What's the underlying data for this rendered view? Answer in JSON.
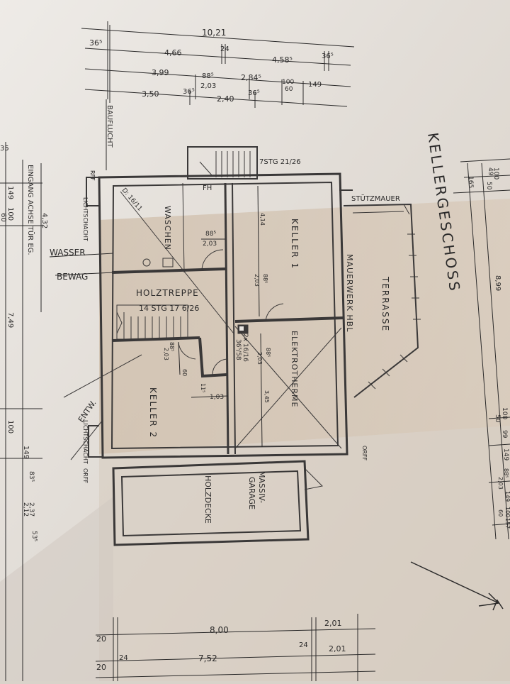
{
  "colors": {
    "paper_light": "#e8e5e1",
    "paper_shade": "#cbb8a2",
    "ink": "#2b2a2a",
    "wall": "#3a3838"
  },
  "title": "KELLERGESCHOSS",
  "rooms": {
    "waschen": "WASCHEN",
    "keller1": "KELLER 1",
    "keller2": "KELLER 2",
    "holztreppe": "HOLZTREPPE",
    "treppe_steps": "14 STG 17 6/26",
    "elektrotherme": "ELEKTROTHERME",
    "mauerwerk": "MAUERWERK HBL",
    "terrasse": "TERRASSE",
    "massivgarage": "MASSIV-\nGARAGE",
    "holzdecke": "HOLZDECKE",
    "fh": "FH",
    "stg_top": "7STG 21/26",
    "stuetzmauer": "STÜTZMAUER",
    "wasser": "WASSER",
    "bewag": "BEWAG",
    "lichtschacht": "LICHTSCHACHT",
    "baufucht": "BAUFLUCHT",
    "eingang": "EINGANG ACHSE TÜR EG.",
    "entw": "ENTW.",
    "diag": "D: 16/11",
    "rff": "RFF",
    "orff": "ORFF"
  },
  "dims_top": [
    {
      "id": "d1",
      "text": "10,21"
    },
    {
      "id": "d2",
      "text": "36⁵"
    },
    {
      "id": "d3",
      "text": "4,66"
    },
    {
      "id": "d4",
      "text": "24"
    },
    {
      "id": "d5",
      "text": "4,58⁵"
    },
    {
      "id": "d6",
      "text": "36⁵"
    },
    {
      "id": "d7",
      "text": "3,99"
    },
    {
      "id": "d8",
      "text": "88⁵"
    },
    {
      "id": "d9",
      "text": "2,03"
    },
    {
      "id": "d10",
      "text": "2,84⁵"
    },
    {
      "id": "d11",
      "text": "100"
    },
    {
      "id": "d12",
      "text": "60"
    },
    {
      "id": "d13",
      "text": "149"
    },
    {
      "id": "d14",
      "text": "3,50"
    },
    {
      "id": "d15",
      "text": "36⁵"
    },
    {
      "id": "d16",
      "text": "2,40"
    },
    {
      "id": "d17",
      "text": "36⁵"
    }
  ],
  "dims_bottom": [
    {
      "id": "b1",
      "text": "8,00"
    },
    {
      "id": "b2",
      "text": "2,01"
    },
    {
      "id": "b3",
      "text": "20"
    },
    {
      "id": "b4",
      "text": "24"
    },
    {
      "id": "b5",
      "text": "7,52"
    },
    {
      "id": "b6",
      "text": "24"
    },
    {
      "id": "b7",
      "text": "2,01"
    },
    {
      "id": "b8",
      "text": "20"
    }
  ],
  "dims_right": [
    {
      "id": "r1",
      "text": "8,99"
    },
    {
      "id": "r2",
      "text": "100"
    },
    {
      "id": "r3",
      "text": "50"
    },
    {
      "id": "r4",
      "text": "99"
    },
    {
      "id": "r5",
      "text": "149"
    },
    {
      "id": "r6",
      "text": "88⁵"
    },
    {
      "id": "r7",
      "text": "2,03"
    },
    {
      "id": "r8",
      "text": "149"
    },
    {
      "id": "r9",
      "text": "100"
    },
    {
      "id": "r10",
      "text": "60"
    },
    {
      "id": "r11",
      "text": "157"
    },
    {
      "id": "r12",
      "text": "49"
    },
    {
      "id": "r13",
      "text": "100"
    },
    {
      "id": "r14",
      "text": "50"
    },
    {
      "id": "r15",
      "text": "165"
    }
  ],
  "dims_left": [
    {
      "id": "l1",
      "text": "4,32"
    },
    {
      "id": "l2",
      "text": "149"
    },
    {
      "id": "l3",
      "text": "100"
    },
    {
      "id": "l4",
      "text": "60"
    },
    {
      "id": "l5",
      "text": "7,49"
    },
    {
      "id": "l6",
      "text": "100"
    },
    {
      "id": "l7",
      "text": "149"
    },
    {
      "id": "l8",
      "text": "83⁵"
    },
    {
      "id": "l9",
      "text": "2,12"
    },
    {
      "id": "l10",
      "text": "2,37"
    },
    {
      "id": "l11",
      "text": "53⁵"
    }
  ],
  "dims_interior": [
    {
      "id": "i1",
      "text": "88⁵"
    },
    {
      "id": "i2",
      "text": "2,03"
    },
    {
      "id": "i3",
      "text": "88⁵"
    },
    {
      "id": "i4",
      "text": "2,03"
    },
    {
      "id": "i5",
      "text": "88⁵"
    },
    {
      "id": "i6",
      "text": "2,03"
    },
    {
      "id": "i7",
      "text": "60"
    },
    {
      "id": "i8",
      "text": "11⁵"
    },
    {
      "id": "i9",
      "text": "1,03"
    },
    {
      "id": "i10",
      "text": "2x 16/16"
    },
    {
      "id": "i11",
      "text": "36⁵/58"
    },
    {
      "id": "i12",
      "text": "3,45"
    },
    {
      "id": "i13",
      "text": "4,14"
    },
    {
      "id": "i14",
      "text": "88⁵"
    },
    {
      "id": "i15",
      "text": "2,03"
    }
  ]
}
